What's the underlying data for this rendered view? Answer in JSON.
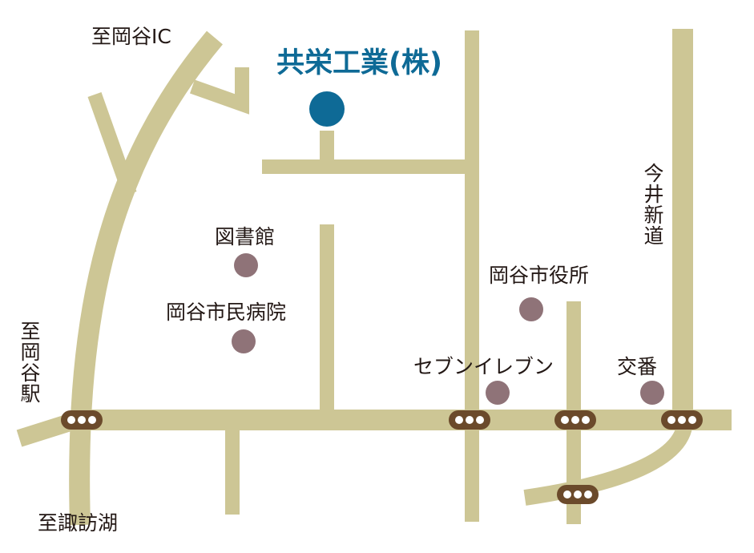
{
  "colors": {
    "road": "#cdc695",
    "company": "#0e6a96",
    "poi": "#8f7378",
    "signal_body": "#6b4a2b",
    "signal_lamp": "#ffffff",
    "text": "#231815"
  },
  "company": {
    "name": "共栄工業(株)",
    "icon": "location-marker-icon"
  },
  "labels": {
    "to_okaya_ic": "至岡谷IC",
    "to_okaya_station": "至岡谷駅",
    "to_lake_suwa": "至諏訪湖",
    "imai_shindo": "今井新道"
  },
  "pois": {
    "library": "図書館",
    "hospital": "岡谷市民病院",
    "city_hall": "岡谷市役所",
    "seven_eleven": "セブンイレブン",
    "police_box": "交番"
  },
  "icons": {
    "poi": "place-dot-icon",
    "signal": "traffic-signal-icon"
  }
}
